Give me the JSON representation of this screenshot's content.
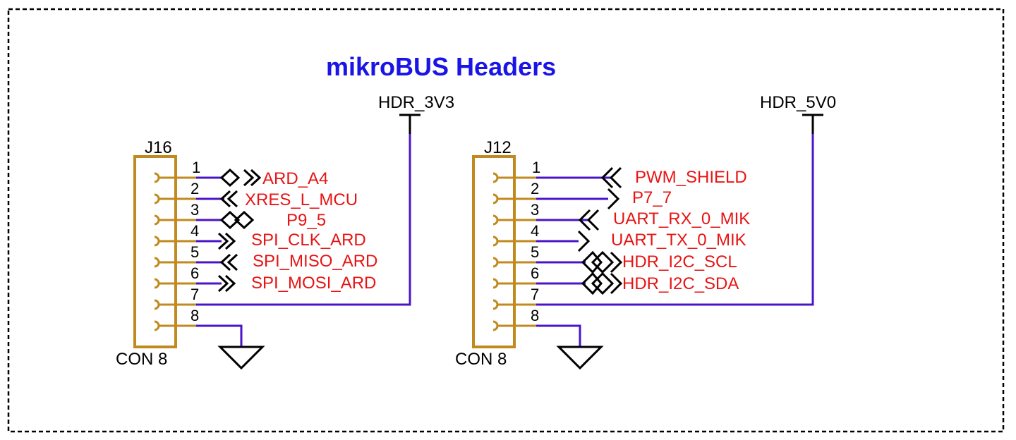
{
  "title": "mikroBUS Headers",
  "colors": {
    "wire": "#4a14c8",
    "pin_body": "#c08a1e",
    "net_label": "#e81414",
    "title": "#1a14e6",
    "black": "#000000"
  },
  "power": {
    "left": "HDR_3V3",
    "right": "HDR_5V0"
  },
  "connectors": [
    {
      "ref": "J16",
      "value": "CON 8",
      "pins": [
        "1",
        "2",
        "3",
        "4",
        "5",
        "6",
        "7",
        "8"
      ],
      "nets": [
        "ARD_A4",
        "XRES_L_MCU",
        "P9_5",
        "SPI_CLK_ARD",
        "SPI_MISO_ARD",
        "SPI_MOSI_ARD"
      ]
    },
    {
      "ref": "J12",
      "value": "CON 8",
      "pins": [
        "1",
        "2",
        "3",
        "4",
        "5",
        "6",
        "7",
        "8"
      ],
      "nets": [
        "PWM_SHIELD",
        "P7_7",
        "UART_RX_0_MIK",
        "UART_TX_0_MIK",
        "HDR_I2C_SCL",
        "HDR_I2C_SDA"
      ]
    }
  ],
  "icons": {
    "power_symbol": "power-bar-icon",
    "ground_symbol": "ground-triangle-icon",
    "off_sheet_port": "off-sheet-port-icon",
    "bidirectional_port": "bidirectional-port-icon"
  }
}
